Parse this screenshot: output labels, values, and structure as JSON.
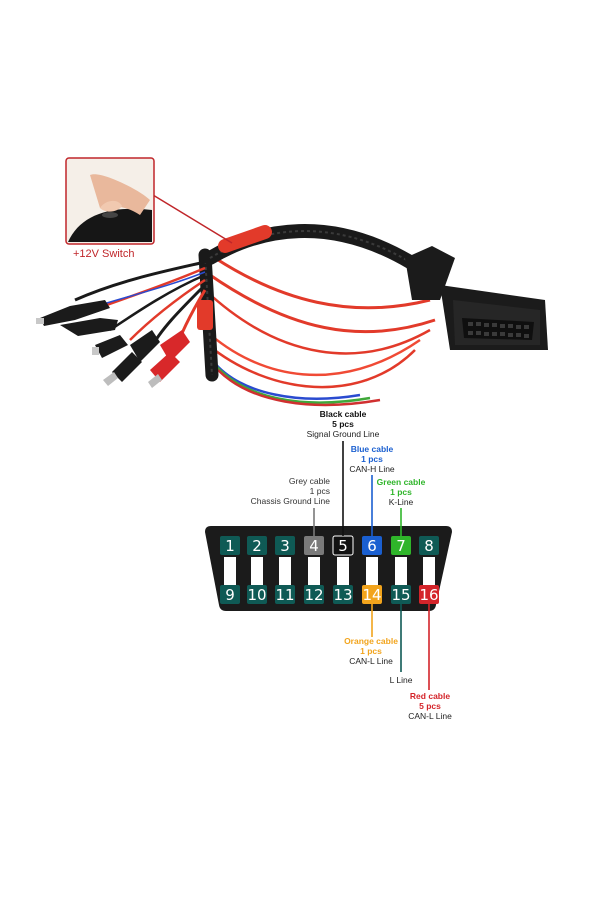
{
  "colors": {
    "teal": "#0f5a55",
    "grey": "#7a7a7a",
    "black": "#111111",
    "blue": "#1a5fd0",
    "green": "#2fb52a",
    "orange": "#f2a41c",
    "red": "#d4242a",
    "connector": "#1b1b1b"
  },
  "inset": {
    "label": "+12V Switch"
  },
  "connector": {
    "top_pins": [
      "1",
      "2",
      "3",
      "4",
      "5",
      "6",
      "7",
      "8"
    ],
    "bottom_pins": [
      "9",
      "10",
      "11",
      "12",
      "13",
      "14",
      "15",
      "16"
    ]
  },
  "callouts": {
    "black": {
      "title": "Black cable",
      "count": "5 pcs",
      "line": "Signal Ground Line"
    },
    "blue": {
      "title": "Blue cable",
      "count": "1 pcs",
      "line": "CAN-H Line"
    },
    "green": {
      "title": "Green cable",
      "count": "1 pcs",
      "line": "K-Line"
    },
    "grey": {
      "title": "Grey cable",
      "count": "1 pcs",
      "line": "Chassis Ground Line"
    },
    "orange": {
      "title": "Orange cable",
      "count": "1 pcs",
      "line": "CAN-L Line"
    },
    "l_line": {
      "line": "L Line"
    },
    "red": {
      "title": "Red cable",
      "count": "5 pcs",
      "line": "CAN-L Line"
    }
  }
}
